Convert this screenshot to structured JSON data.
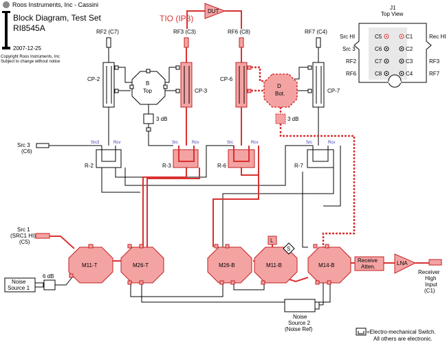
{
  "header": {
    "company": "Roos Instruments, Inc - Cassini",
    "title_line1": "Block Diagram, Test Set",
    "title_line2": "RI8545A",
    "date": "2007-12-25",
    "copyright_line1": "Copyright Roos Instruments, Inc",
    "copyright_line2": "Subject to change without notice"
  },
  "tio_label": "TIO (IP3)",
  "dut_label": "DUT",
  "ports": {
    "rf2": "RF2 (C7)",
    "rf3": "RF3 (C3)",
    "rf6": "RF6 (C8)",
    "rf7": "RF7 (C4)",
    "src3_a": "Src 3",
    "src3_b": "(C6)",
    "src1_a": "Src 1",
    "src1_b": "(SRC1 HI)",
    "src1_c": "(C5)"
  },
  "couplers": {
    "cp2": "CP-2",
    "cp3": "CP-3",
    "cp6": "CP-6",
    "cp7": "CP-7"
  },
  "splitters": {
    "b_1": "B",
    "b_2": "Top",
    "d_1": "D",
    "d_2": "Bot."
  },
  "attenuators": {
    "att_b": "3 dB",
    "att_d": "3 dB",
    "att_noise": "6 dB"
  },
  "receivers": {
    "r2": "R-2",
    "r3": "R-3",
    "r6": "R-6",
    "r7": "R-7",
    "src": "Src",
    "rcv": "Rcv",
    "src3": "Src3"
  },
  "switches": {
    "m11t": "M11-T",
    "m26t": "M26-T",
    "m26b": "M26-B",
    "m11b": "M11-B",
    "m14b": "M14-B"
  },
  "markers": {
    "l": "L",
    "s": "S"
  },
  "receive_atten": {
    "line1": "Receive",
    "line2": "Atten."
  },
  "lna": "LNA",
  "receiver_input": {
    "line1": "Receiver",
    "line2": "High",
    "line3": "Input",
    "line4": "(C1)"
  },
  "noise1": {
    "line1": "Noise",
    "line2": "Source 1"
  },
  "noise2": {
    "line1": "Noise",
    "line2": "Source 2",
    "line3": "(Noise Ref)"
  },
  "j1": {
    "title": "J1",
    "subtitle": "Top View",
    "left_labels": [
      "Src HI",
      "Src 3",
      "RF2",
      "RF6"
    ],
    "right_labels": [
      "Rec HI",
      "RF3",
      "RF7"
    ],
    "pins": [
      "C5",
      "C1",
      "C6",
      "C2",
      "C7",
      "C3",
      "C8",
      "C4"
    ]
  },
  "legend": {
    "line1": "=Electro-mechanical Switch.",
    "line2": "All others are electronic."
  },
  "colors": {
    "accent": "#d93030",
    "fill": "#f4a3a3"
  }
}
